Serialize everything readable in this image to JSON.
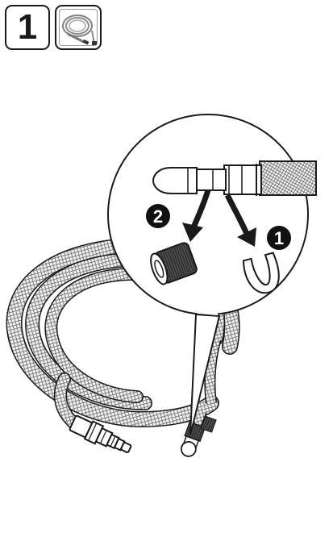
{
  "step": {
    "number": "1"
  },
  "callouts": [
    {
      "label": "2",
      "action": "remove-nut"
    },
    {
      "label": "1",
      "action": "remove-clip"
    }
  ],
  "colors": {
    "ink": "#1a1a1a",
    "braid": "#8a8a8a",
    "badge": "#111111",
    "background": "#ffffff"
  },
  "icons": [
    "hose-thumbnail-icon",
    "arrow-down-icon"
  ]
}
